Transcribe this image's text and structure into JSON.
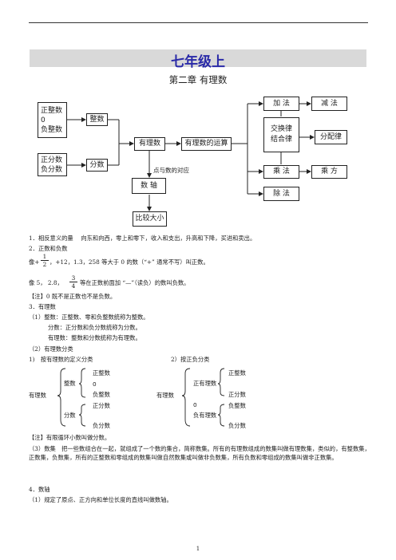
{
  "header": {
    "banner_title": "七年级上",
    "chapter_title": "第二章 有理数"
  },
  "diagram": {
    "positive_integer_group": "正整数\n0\n负整数",
    "positive_fraction_group": "正分数\n负分数",
    "integer": "整数",
    "fraction": "分数",
    "rational": "有理数",
    "operations": "有理数的运算",
    "number_line": "数 轴",
    "point_correspondence": "点与数的对应",
    "compare": "比较大小",
    "addition": "加 法",
    "subtraction": "减 法",
    "laws": "交换律\n结合律",
    "distributive": "分配律",
    "multiplication": "乘 法",
    "power": "乘 方",
    "division": "除 法"
  },
  "body": {
    "item1": "1．相反意义的量　 向东和向西，零上和零下，收入和支出，升高和下降，买进和卖出。",
    "item2": "2．正数和负数",
    "pos_prefix": "像+",
    "pos_frac_num": "1",
    "pos_frac_den": "2",
    "pos_suffix": "，+12，1.3，258 等大于 0 的数（“+” 通常不写）叫正数。",
    "neg_prefix": "像 5，  2.8，",
    "neg_frac_num": "3",
    "neg_frac_den": "4",
    "neg_suffix": "等在正数前面加 “—”（读负）的数叫负数。",
    "note_zero": "【注】0 既不是正数也不是负数。",
    "item3": "3．有理数",
    "def1": "（1）整数：正整数、零和负整数统称为整数。",
    "def2": "分数：正分数和负分数统称为分数。",
    "def3": "有理数：整数和分数统称为有理数。",
    "classify": "（2）有理数分类",
    "class_a_title": "1)　按有理数的定义分类",
    "class_b_title": "2）按正负分类",
    "rational": "有理数",
    "integer": "整数",
    "fraction": "分数",
    "pos_int": "正整数",
    "zero": "0",
    "neg_int": "负整数",
    "pos_frac": "正分数",
    "neg_frac": "负分数",
    "pos_rational": "正有理数",
    "neg_rational": "负有理数",
    "note_loop": "【注】有限循环小数叫做分数。",
    "set_para": "（3）数集　把一些数组合在一起，就组成了一个数的集合，简称数集。所有的有理数组成的数集叫做有理数集，类似的，有整数集，正数集，负数集，所有的正整数和零组成的数集叫做自然数集或叫做非负数集，所有负数和零组成的数集叫做非正数集。",
    "item4": "4．数轴",
    "axis_def": "（1）规定了原点、正方向和单位长度的直线叫做数轴。",
    "page_number": "1"
  }
}
